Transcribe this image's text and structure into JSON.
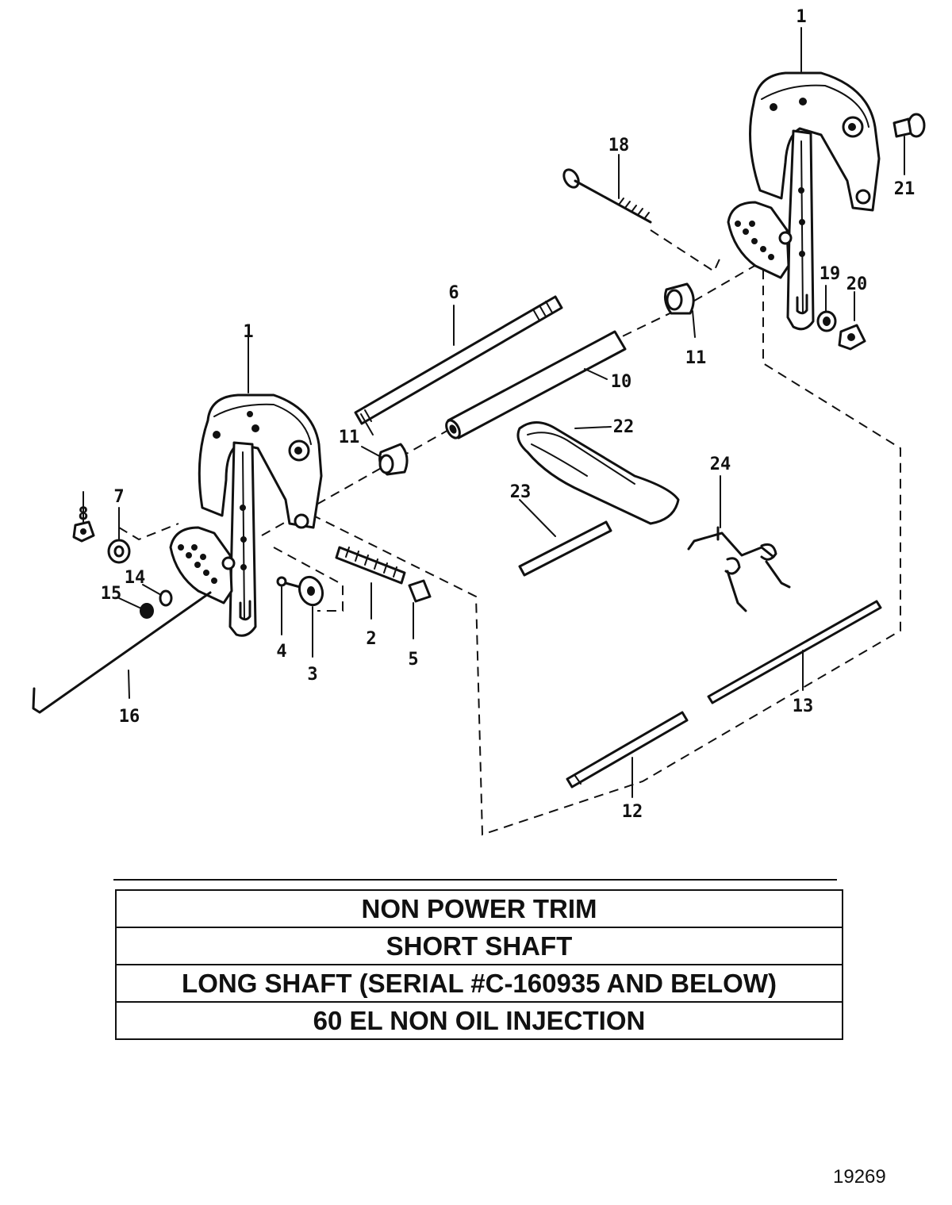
{
  "callouts": {
    "c1a": "1",
    "c1b": "1",
    "c2": "2",
    "c3": "3",
    "c4": "4",
    "c5": "5",
    "c6": "6",
    "c7": "7",
    "c8": "8",
    "c10": "10",
    "c11a": "11",
    "c11b": "11",
    "c12": "12",
    "c13": "13",
    "c14": "14",
    "c15": "15",
    "c16": "16",
    "c18": "18",
    "c19": "19",
    "c20": "20",
    "c21": "21",
    "c22": "22",
    "c23": "23",
    "c24": "24"
  },
  "table": {
    "rows": [
      "NON POWER TRIM",
      "SHORT SHAFT",
      "LONG SHAFT (SERIAL #C-160935 AND BELOW)",
      "60 EL NON OIL INJECTION"
    ]
  },
  "figure_id": "19269"
}
